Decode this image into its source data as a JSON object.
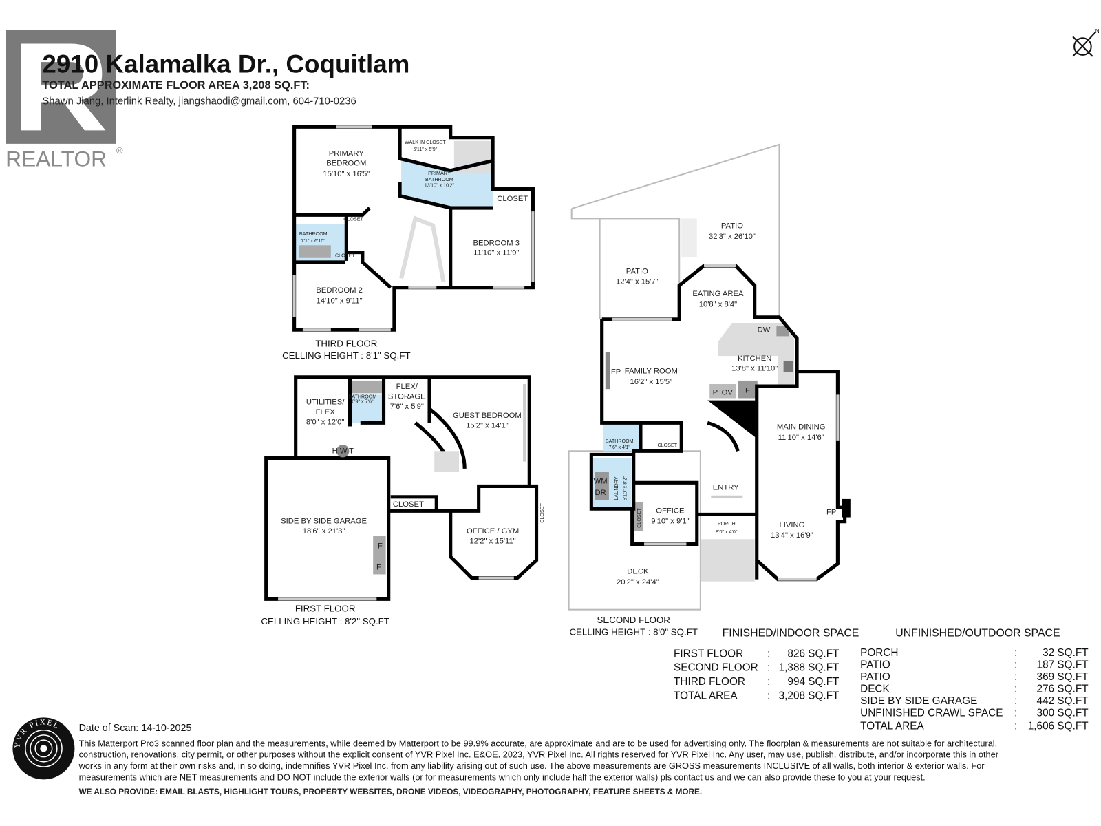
{
  "header": {
    "title": "2910 Kalamalka Dr., Coquitlam",
    "subtitle": "TOTAL APPROXIMATE FLOOR AREA 3,208 SQ.FT:",
    "contact": "Shawn Jiang, Interlink Realty, jiangshaodi@gmail.com, 604-710-0236"
  },
  "logo": {
    "realtor_text": "REALTOR",
    "registered": "®",
    "yvr_text": "YVR PIXEL"
  },
  "compass": {
    "label": "N"
  },
  "third_floor": {
    "name": "THIRD FLOOR",
    "ceiling": "CELLING HEIGHT : 8'1\" SQ.FT",
    "rooms": [
      {
        "name": "PRIMARY",
        "name2": "BEDROOM",
        "size": "15'10\" x 16'5\""
      },
      {
        "name": "WALK IN CLOSET",
        "size": "6'11\" x 5'9\""
      },
      {
        "name": "PRIMARY",
        "name2": "BATHROOM",
        "size": "13'10\" x 10'2\""
      },
      {
        "name": "CLOSET"
      },
      {
        "name": "BATHROOM",
        "size": "7'1\" x 6'10\""
      },
      {
        "name": "CLOSET"
      },
      {
        "name": "CLOSET"
      },
      {
        "name": "BEDROOM 3",
        "size": "11'10\" x 11'9\""
      },
      {
        "name": "BEDROOM 2",
        "size": "14'10\" x 9'11\""
      }
    ]
  },
  "first_floor": {
    "name": "FIRST FLOOR",
    "ceiling": "CELLING HEIGHT : 8'2\" SQ.FT",
    "rooms": [
      {
        "name": "UTILITIES/",
        "name2": "FLEX",
        "size": "8'0\" x 12'0\""
      },
      {
        "name": "BATHROOM",
        "size": "6'9\" x 7'6\""
      },
      {
        "name": "FLEX/",
        "name2": "STORAGE",
        "size": "7'6\" x 5'9\""
      },
      {
        "name": "GUEST BEDROOM",
        "size": "15'2\" x 14'1\""
      },
      {
        "name": "H.W.T"
      },
      {
        "name": "SIDE BY SIDE GARAGE",
        "size": "18'6\" x 21'3\""
      },
      {
        "name": "CLOSET"
      },
      {
        "name": "CLOSET"
      },
      {
        "name": "OFFICE / GYM",
        "size": "12'2\" x 15'11\""
      },
      {
        "name": "F"
      },
      {
        "name": "F"
      }
    ]
  },
  "second_floor": {
    "name": "SECOND FLOOR",
    "ceiling": "CELLING HEIGHT : 8'0\" SQ.FT",
    "rooms": [
      {
        "name": "PATIO",
        "size": "32'3\" x 26'10\""
      },
      {
        "name": "PATIO",
        "size": "12'4\" x 15'7\""
      },
      {
        "name": "EATING AREA",
        "size": "10'8\" x 8'4\""
      },
      {
        "name": "KITCHEN",
        "size": "13'8\" x 11'10\""
      },
      {
        "name": "FAMILY ROOM",
        "size": "16'2\" x 15'5\""
      },
      {
        "name": "MAIN DINING",
        "size": "11'10\" x 14'6\""
      },
      {
        "name": "BATHROOM",
        "size": "7'6\" x 4'1\""
      },
      {
        "name": "CLOSET"
      },
      {
        "name": "LAUNDRY",
        "size": "5'10\" x 8'2\""
      },
      {
        "name": "OFFICE",
        "size": "9'10\" x 9'1\""
      },
      {
        "name": "CLOSET"
      },
      {
        "name": "ENTRY"
      },
      {
        "name": "PORCH",
        "size": "8'0\" x 4'0\""
      },
      {
        "name": "LIVING",
        "size": "13'4\" x 16'9\""
      },
      {
        "name": "DECK",
        "size": "20'2\" x 24'4\""
      }
    ],
    "fixtures": [
      "FP",
      "DW",
      "P",
      "OV",
      "F",
      "WM",
      "DR",
      "FP"
    ]
  },
  "finished": {
    "heading": "FINISHED/INDOOR SPACE",
    "rows": [
      {
        "label": "FIRST FLOOR",
        "sep": ":",
        "value": "826 SQ.FT"
      },
      {
        "label": "SECOND FLOOR",
        "sep": ":",
        "value": "1,388 SQ.FT"
      },
      {
        "label": "THIRD FLOOR",
        "sep": ":",
        "value": "994 SQ.FT"
      },
      {
        "label": "TOTAL AREA",
        "sep": ":",
        "value": "3,208 SQ.FT"
      }
    ]
  },
  "unfinished": {
    "heading": "UNFINISHED/OUTDOOR SPACE",
    "rows": [
      {
        "label": "PORCH",
        "sep": ":",
        "value": "32 SQ.FT"
      },
      {
        "label": "PATIO",
        "sep": ":",
        "value": "187 SQ.FT"
      },
      {
        "label": "PATIO",
        "sep": ":",
        "value": "369 SQ.FT"
      },
      {
        "label": "DECK",
        "sep": ":",
        "value": "276 SQ.FT"
      },
      {
        "label": "SIDE BY SIDE GARAGE",
        "sep": ":",
        "value": "442 SQ.FT"
      },
      {
        "label": "UNFINISHED CRAWL SPACE",
        "sep": ":",
        "value": "300 SQ.FT"
      },
      {
        "label": "TOTAL AREA",
        "sep": ":",
        "value": "1,606 SQ.FT"
      }
    ]
  },
  "footer": {
    "date": "Date of Scan: 14-10-2025",
    "disclaimer": [
      "This Matterport Pro3 scanned floor plan and the measurements, while deemed by Matterport to be 99.9% accurate, are approximate and are to be used for advertising only. The floorplan & measurements are not suitable for architectural,",
      "construction, renovations, city permit, or other purposes without the explicit consent of YVR Pixel Inc. E&OE. 2023, YVR Pixel Inc. All rights reserved for YVR Pixel Inc. Any user, may use, publish, distribute, and/or incorporate this in other",
      "works in any form at their own risks and, in so doing, indemnifies YVR Pixel Inc. from any liability arising out of such use. The above measurements are GROSS measurements INCLUSIVE of all walls, both interior & exterior walls. For",
      "measurements which are NET measurements and DO NOT include the exterior walls (or for measurements which only include half the exterior walls) pls contact us and we can also provide these to you at your request."
    ],
    "services": "WE ALSO PROVIDE: EMAIL BLASTS, HIGHLIGHT TOURS, PROPERTY WEBSITES, DRONE VIDEOS, VIDEOGRAPHY, PHOTOGRAPHY, FEATURE SHEETS & MORE."
  }
}
